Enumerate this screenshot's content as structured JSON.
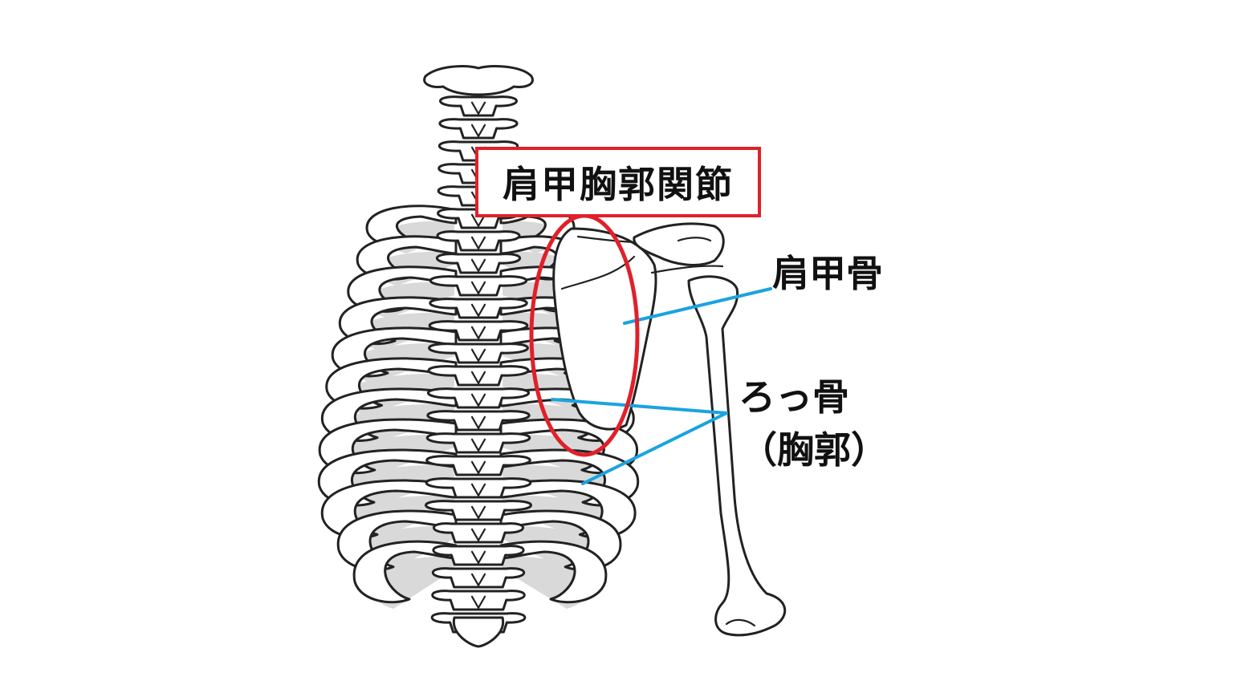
{
  "diagram": {
    "title": "肩甲胸郭関節",
    "labels": {
      "scapula": "肩甲骨",
      "ribs": "ろっ骨",
      "thorax": "（胸郭）"
    },
    "colors": {
      "highlight": "#e0202a",
      "leader": "#1aa3e0",
      "outline": "#222222",
      "shading": "#d9d9d9"
    }
  }
}
